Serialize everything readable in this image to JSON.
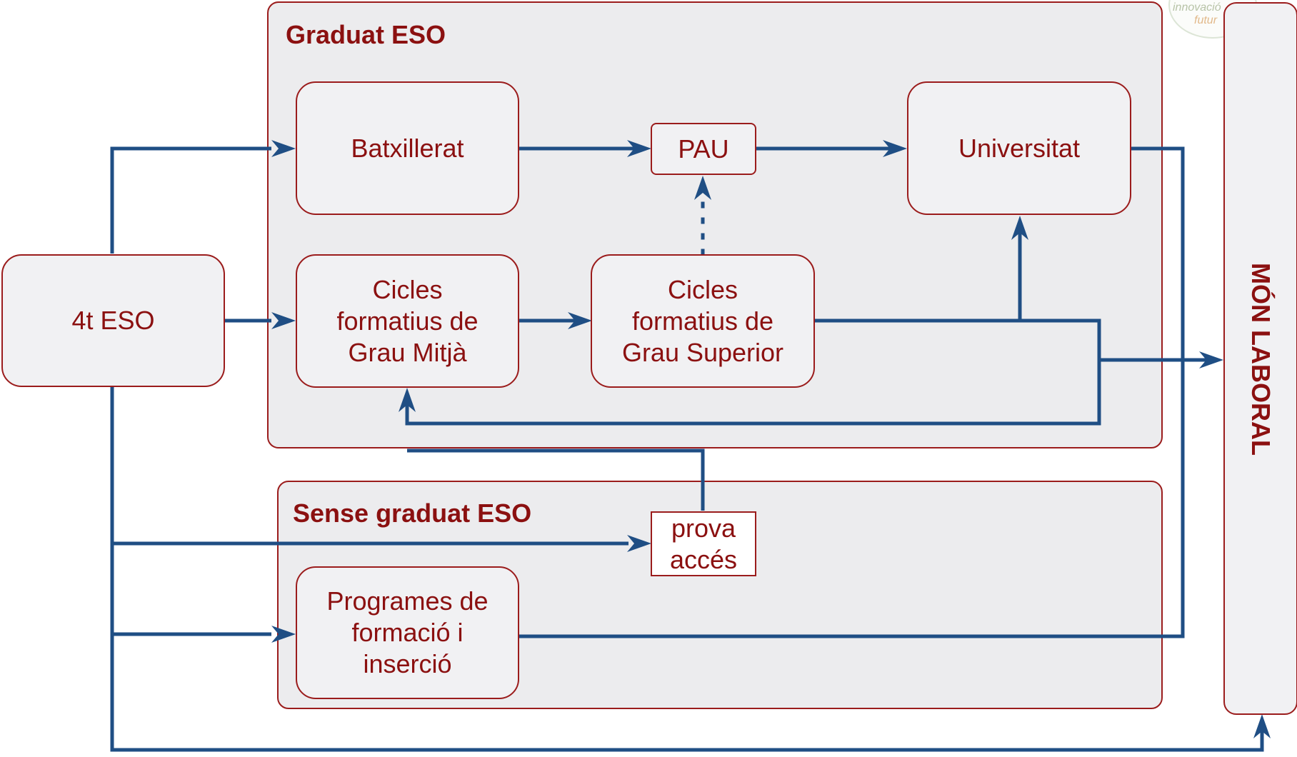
{
  "colors": {
    "arrow": "#1f4e84",
    "text": "#8b1010",
    "border": "#9b1c1c",
    "fill": "#ececee"
  },
  "groups": {
    "graduat": {
      "title": "Graduat ESO"
    },
    "sense": {
      "title": "Sense graduat ESO"
    }
  },
  "nodes": {
    "eso4": "4t ESO",
    "batxillerat": "Batxillerat",
    "pau": "PAU",
    "universitat": "Universitat",
    "cfgm": "Cicles\nformatius de\nGrau Mitjà",
    "cfgs": "Cicles\nformatius de\nGrau Superior",
    "prova": "prova\naccés",
    "pfi": "Programes de\nformació i\ninserció",
    "mon": "MÓN LABORAL"
  },
  "logo": {
    "line1": "innovació",
    "line2": "futur"
  }
}
